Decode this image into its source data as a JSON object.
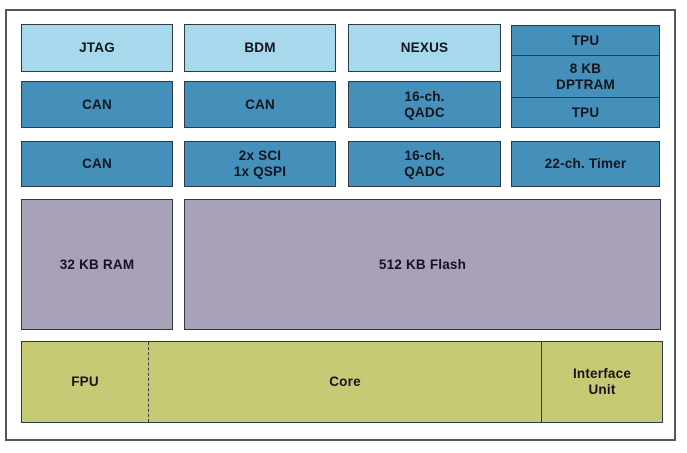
{
  "colors": {
    "light_blue": "#a7d8eb",
    "blue": "#4590ba",
    "purple": "#a9a1b8",
    "green": "#c6ca74",
    "block_border": "#2e3a45",
    "frame_border": "#55565a",
    "text": "#14141c",
    "background": "#ffffff"
  },
  "blocks": {
    "jtag": "JTAG",
    "bdm": "BDM",
    "nexus": "NEXUS",
    "tpu_top": "TPU",
    "dptram": "8 KB\nDPTRAM",
    "tpu_bottom": "TPU",
    "can_row2_col1": "CAN",
    "can_row2_col2": "CAN",
    "qadc_row2": "16-ch.\nQADC",
    "can_row3_col1": "CAN",
    "sci_qspi": "2x SCI\n1x QSPI",
    "qadc_row3": "16-ch.\nQADC",
    "timer": "22-ch. Timer",
    "ram": "32 KB RAM",
    "flash": "512 KB Flash",
    "fpu": "FPU",
    "core": "Core",
    "interface_unit": "Interface\nUnit"
  }
}
